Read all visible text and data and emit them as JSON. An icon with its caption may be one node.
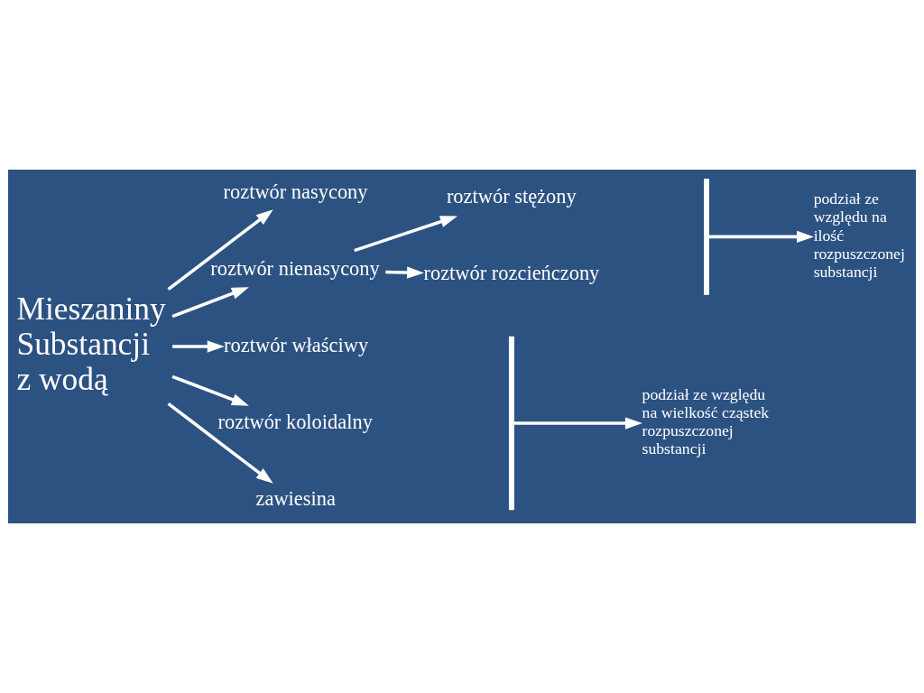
{
  "diagram": {
    "nodes": [
      {
        "text": [
          "Mieszaniny Substancji z wodą"
        ]
      },
      {
        "text": [
          "roztwór nasycony"
        ]
      },
      {
        "text": [
          "roztwór nienasycony"
        ]
      },
      {
        "text": [
          "roztwór stężony"
        ]
      },
      {
        "text": [
          "roztwór rozcieńczony"
        ]
      },
      {
        "text": [
          "podział ze względu na ilość rozpuszczonej substancji"
        ]
      },
      {
        "text": [
          "roztwór właściwy"
        ]
      },
      {
        "text": [
          "roztwór koloidalny"
        ]
      },
      {
        "text": [
          "zawiesina"
        ]
      },
      {
        "text": [
          "podział ze względu na wielkość cząstek rozpuszczonej substancji"
        ]
      }
    ],
    "edges": [
      {
        "from": 0,
        "to": 1,
        "arrow": "to"
      },
      {
        "from": 0,
        "to": 2,
        "arrow": "to"
      },
      {
        "from": 2,
        "to": 3,
        "arrow": "to"
      },
      {
        "from": 2,
        "to": 4,
        "arrow": "to"
      },
      {
        "from": null,
        "to": 5,
        "arrow": "to"
      },
      {
        "from": 0,
        "to": 6,
        "arrow": "to"
      },
      {
        "from": 0,
        "to": 7,
        "arrow": "to"
      },
      {
        "from": 0,
        "to": 8,
        "arrow": "to"
      },
      {
        "from": null,
        "to": 9,
        "arrow": "to"
      }
    ]
  }
}
